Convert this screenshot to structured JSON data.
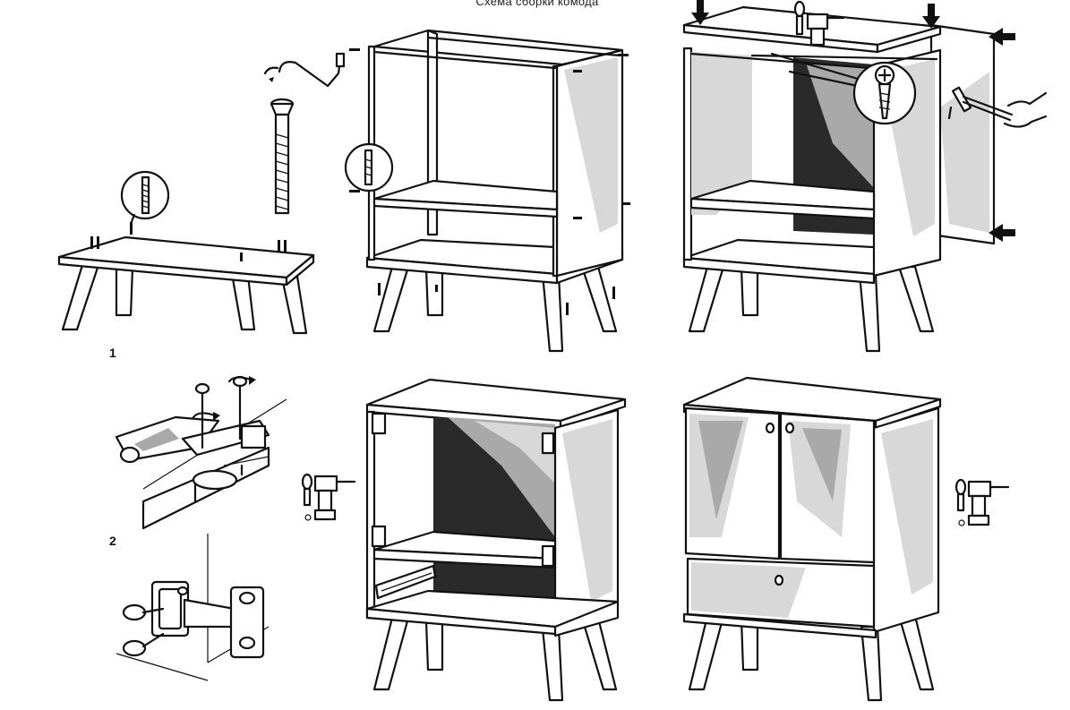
{
  "title": "Схема сборки комода",
  "steps": [
    {
      "number": "1"
    },
    {
      "number": "2"
    }
  ],
  "icons": [
    "screw-icon",
    "hammer-icon",
    "drill-icon",
    "arrow-icon",
    "hinge-icon",
    "drawer-slide-icon"
  ]
}
